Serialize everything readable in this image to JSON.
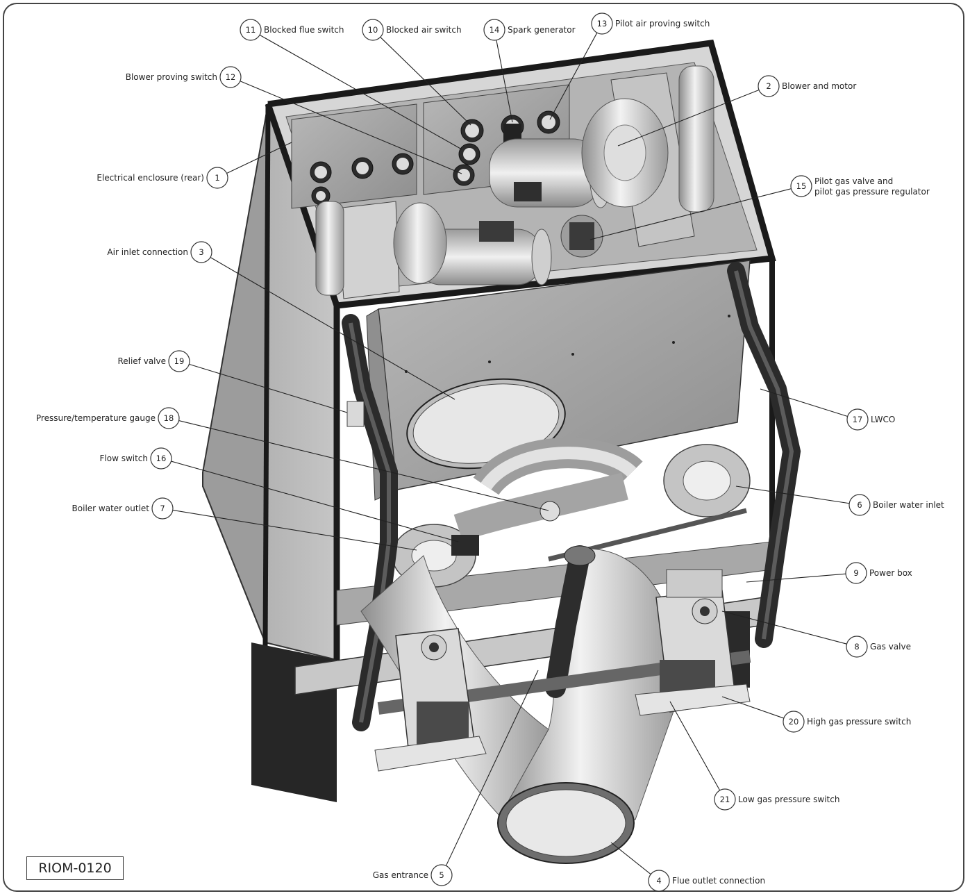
{
  "drawing_code": "RIOM-0120",
  "callouts": [
    {
      "num": "1",
      "text": "Electrical enclosure (rear)"
    },
    {
      "num": "2",
      "text": "Blower and motor"
    },
    {
      "num": "3",
      "text": "Air inlet connection"
    },
    {
      "num": "4",
      "text": "Flue outlet connection"
    },
    {
      "num": "5",
      "text": "Gas entrance"
    },
    {
      "num": "6",
      "text": "Boiler water inlet"
    },
    {
      "num": "7",
      "text": "Boiler water outlet"
    },
    {
      "num": "8",
      "text": "Gas valve"
    },
    {
      "num": "9",
      "text": "Power box"
    },
    {
      "num": "10",
      "text": "Blocked air switch"
    },
    {
      "num": "11",
      "text": "Blocked flue switch"
    },
    {
      "num": "12",
      "text": "Blower proving switch"
    },
    {
      "num": "13",
      "text": "Pilot air proving switch"
    },
    {
      "num": "14",
      "text": "Spark generator"
    },
    {
      "num": "15",
      "text": "Pilot gas valve and",
      "text2": "pilot gas pressure regulator"
    },
    {
      "num": "16",
      "text": "Flow switch"
    },
    {
      "num": "17",
      "text": "LWCO"
    },
    {
      "num": "18",
      "text": "Pressure/temperature gauge"
    },
    {
      "num": "19",
      "text": "Relief valve"
    },
    {
      "num": "20",
      "text": "High gas pressure switch"
    },
    {
      "num": "21",
      "text": "Low gas pressure switch"
    }
  ]
}
